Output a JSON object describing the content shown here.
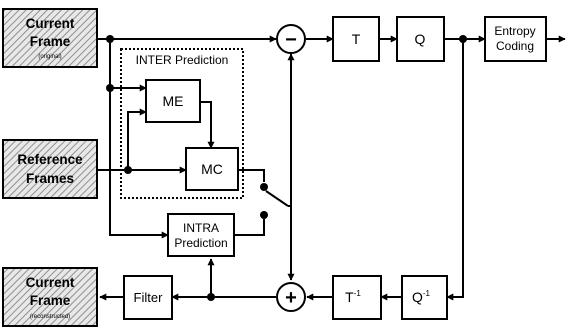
{
  "colors": {
    "line": "#000000",
    "hatch": "#8f8f8f",
    "background": "#ffffff"
  },
  "inputs": {
    "current_frame": {
      "line1": "Current",
      "line2": "Frame",
      "note": "(original)"
    },
    "reference_frames": {
      "line1": "Reference",
      "line2": "Frames"
    }
  },
  "output": {
    "line1": "Current",
    "line2": "Frame",
    "note": "(reconstructed)"
  },
  "inter_prediction": {
    "label": "INTER Prediction",
    "me": "ME",
    "mc": "MC"
  },
  "intra_prediction": {
    "line1": "INTRA",
    "line2": "Prediction"
  },
  "blocks": {
    "transform": "T",
    "quantize": "Q",
    "entropy_line1": "Entropy",
    "entropy_line2": "Coding",
    "inverse_transform": "T",
    "inverse_transform_exp": "-1",
    "inverse_quantize": "Q",
    "inverse_quantize_exp": "-1",
    "filter": "Filter"
  },
  "operators": {
    "subtract": "−",
    "add": "+"
  }
}
